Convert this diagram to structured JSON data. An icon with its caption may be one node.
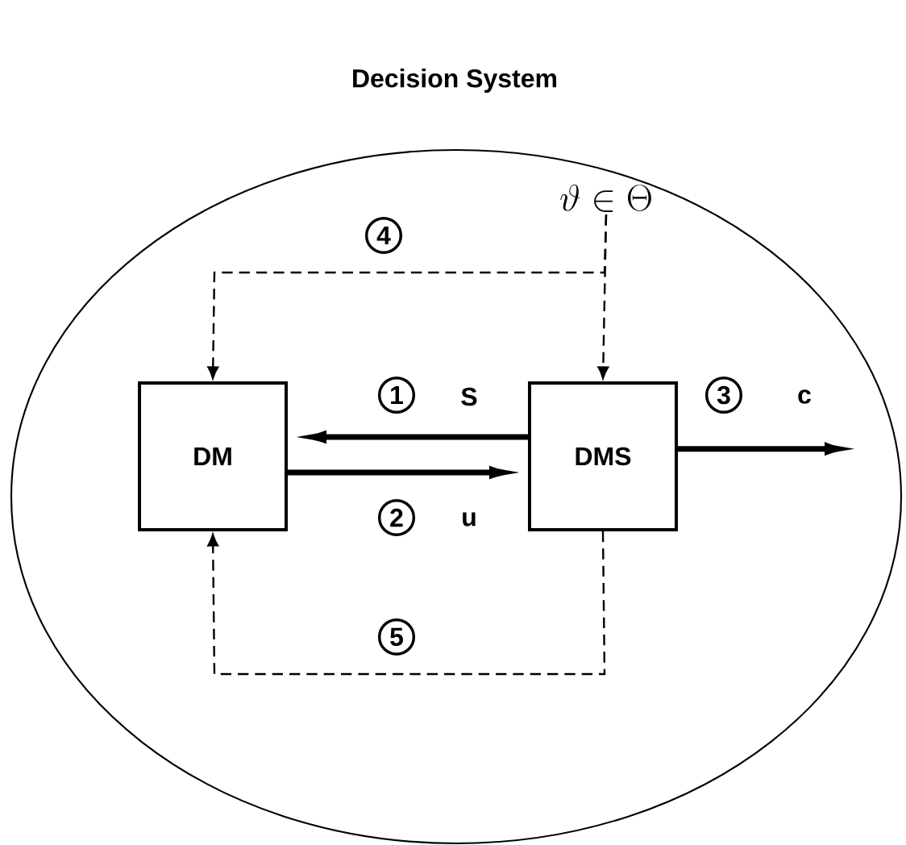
{
  "diagram": {
    "nodes": [
      {
        "text": [
          "Decision System"
        ]
      },
      {
        "text": [
          "DM"
        ],
        "in": 0
      },
      {
        "text": [
          "DMS"
        ],
        "in": 0
      },
      {
        "text": [
          "\\vartheta \\in \\Theta"
        ],
        "in": 0
      }
    ],
    "edges": [
      {
        "from": 3,
        "to": 1,
        "arrow": "to",
        "style": "dashed"
      },
      {
        "from": 3,
        "to": 2,
        "arrow": "to",
        "style": "dashed"
      },
      {
        "from": 2,
        "to": 1,
        "arrow": "to",
        "style": "thick",
        "label": "S"
      },
      {
        "from": 1,
        "to": 2,
        "arrow": "to",
        "style": "thick",
        "label": "u"
      },
      {
        "from": 2,
        "to": null,
        "arrow": "to",
        "style": "thick",
        "label": "c"
      },
      {
        "from": 2,
        "to": 1,
        "arrow": "to",
        "style": "dashed"
      }
    ],
    "labels": [
      "4",
      "1",
      "3",
      "2",
      "5"
    ]
  }
}
